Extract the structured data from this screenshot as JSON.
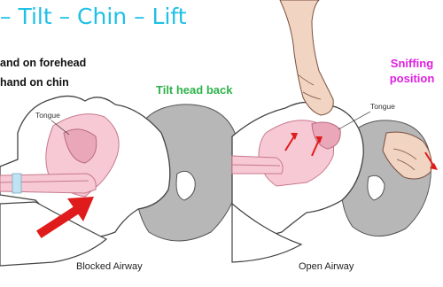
{
  "title": "– Tilt – Chin – Lift",
  "instructions": [
    "and on forehead",
    "hand on chin"
  ],
  "tilt_label": "Tilt head back",
  "sniffing_label": "Sniffing position",
  "colors": {
    "title": "#1fc0e6",
    "tilt": "#2db34a",
    "sniffing": "#e020e0",
    "arrow": "#e01b1b",
    "airway": "#f7c9d4",
    "hair": "#b7b7b7"
  },
  "left_panel": {
    "tongue_label": "Tongue",
    "caption": "Blocked Airway"
  },
  "right_panel": {
    "tongue_label": "Tongue",
    "caption": "Open Airway"
  }
}
